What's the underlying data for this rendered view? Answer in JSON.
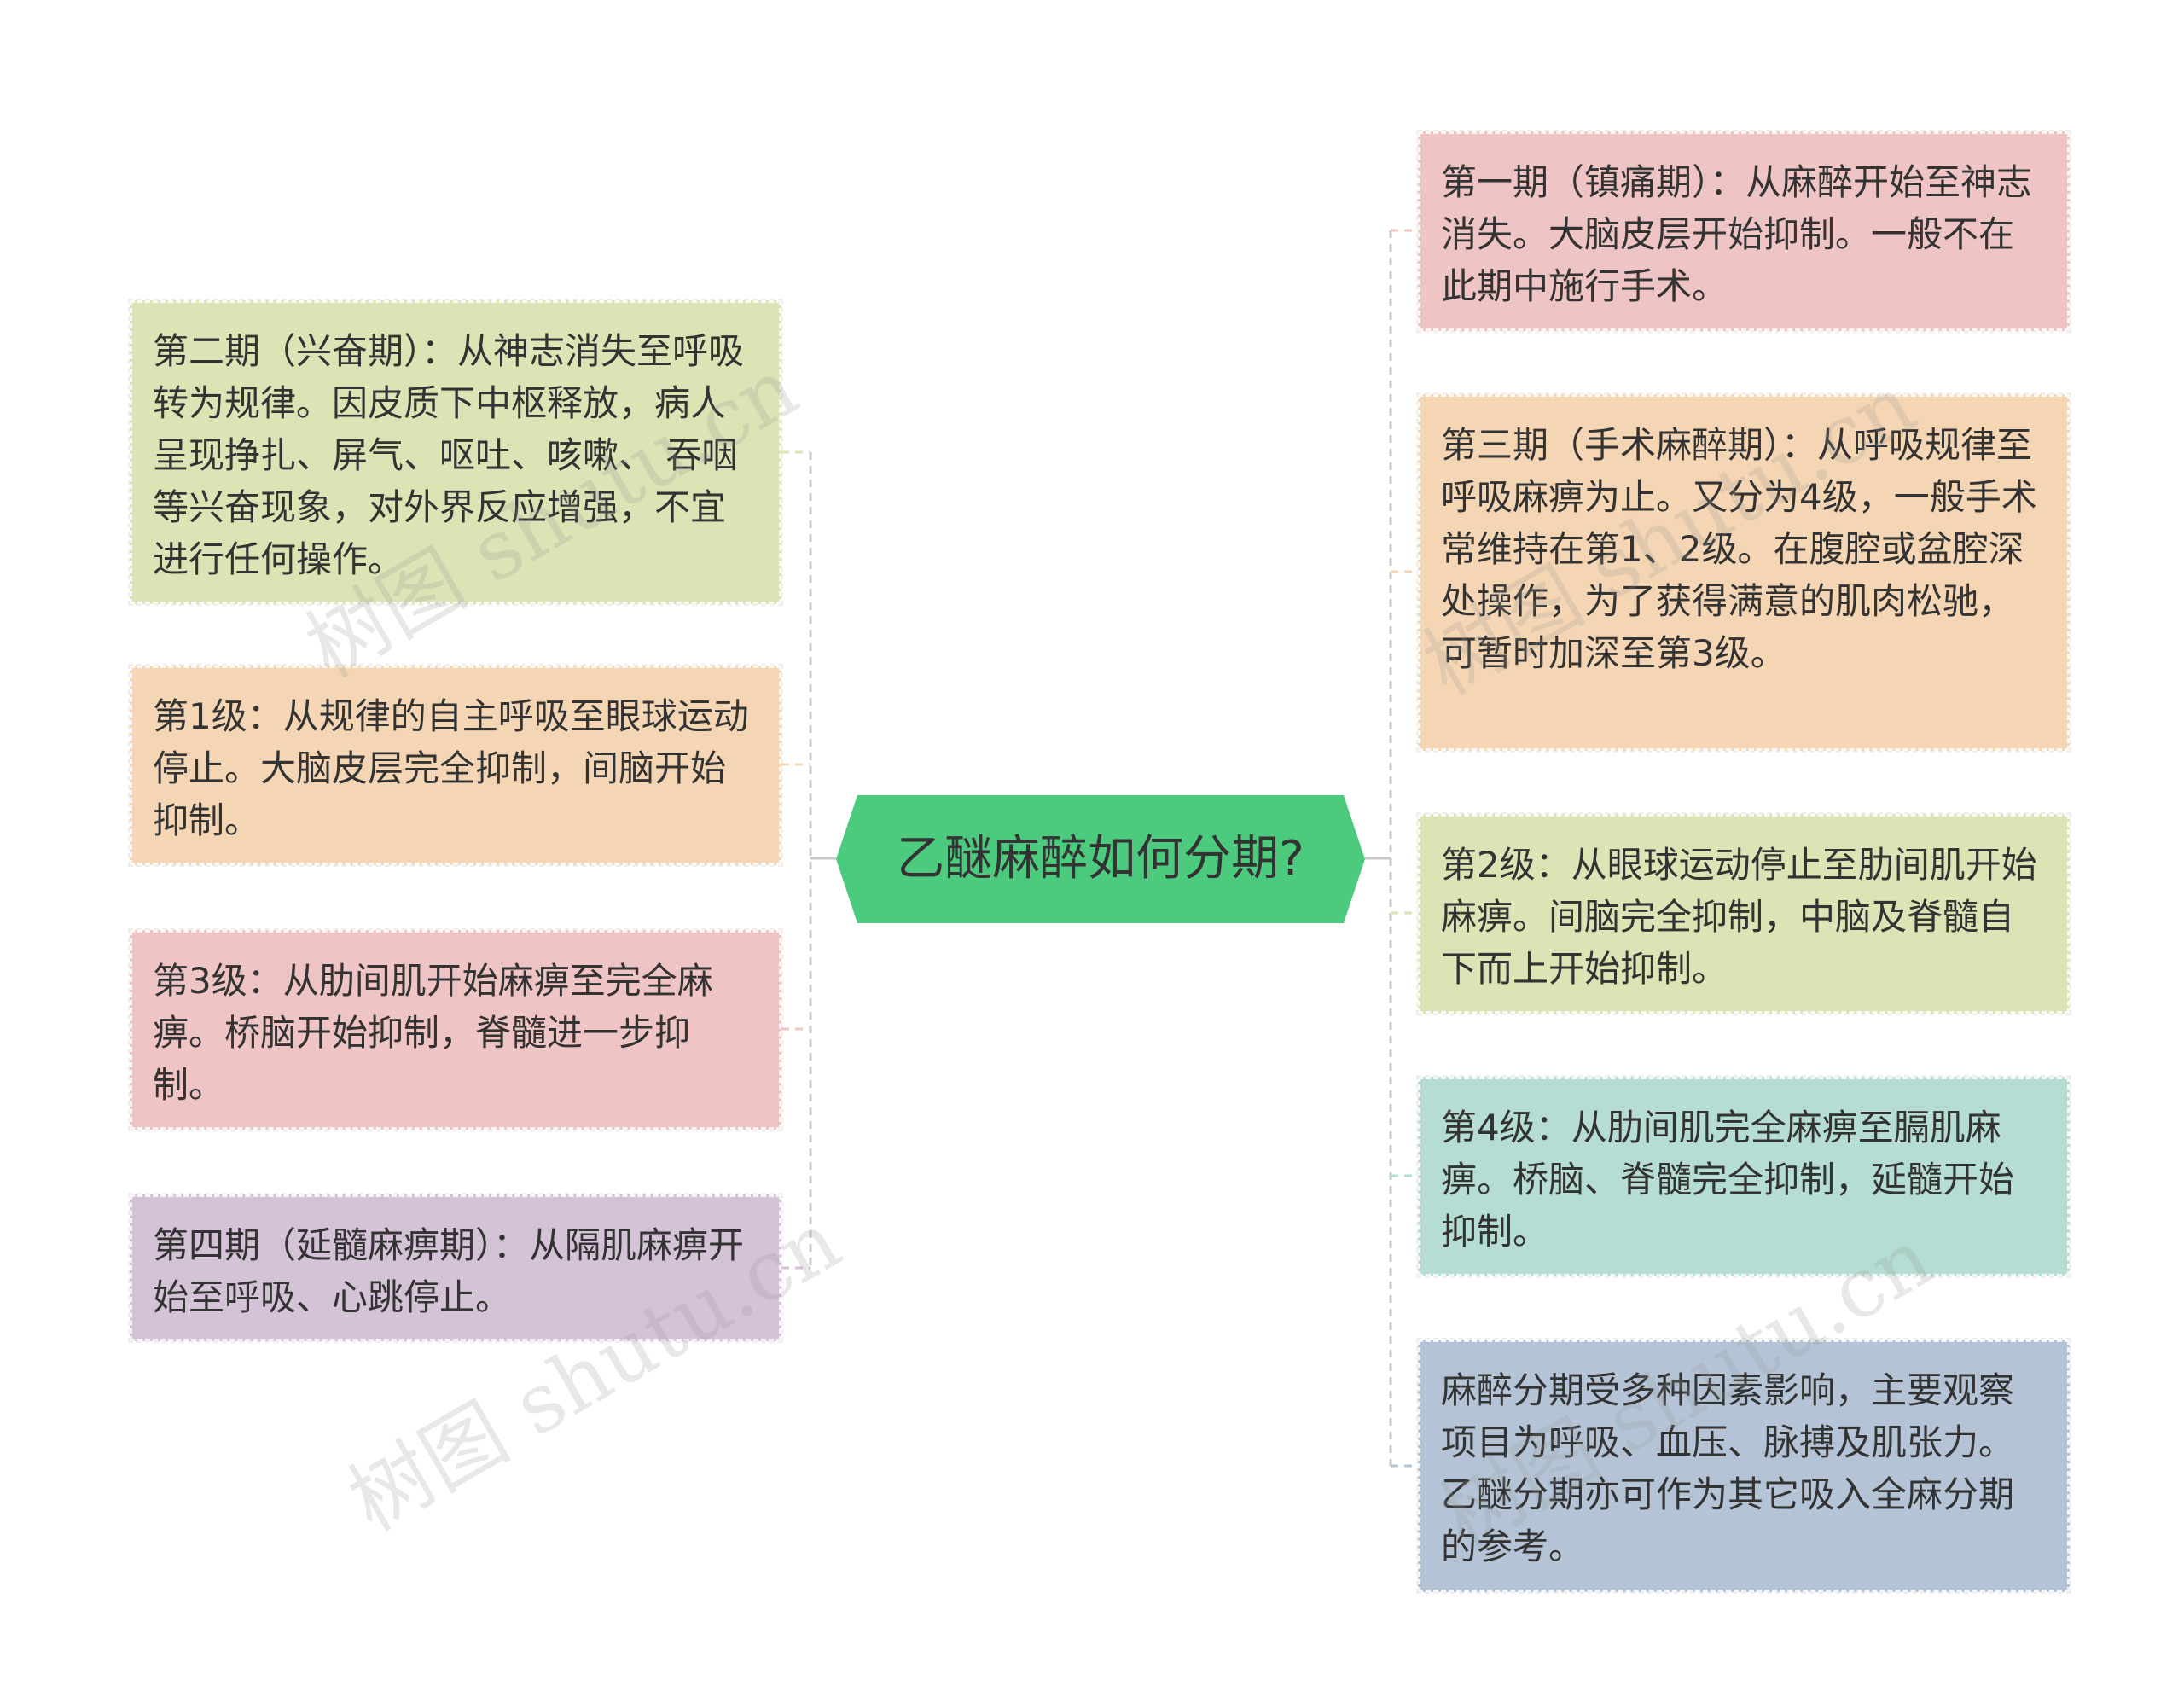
{
  "center": {
    "title": "乙醚麻醉如何分期?",
    "color": "#4ccb7f"
  },
  "left_nodes": [
    {
      "id": "n-stage2",
      "text": "第二期（兴奋期）：从神志消失至呼吸转为规律。因皮质下中枢释放，病人呈现挣扎、屏气、呕吐、咳嗽、 吞咽等兴奋现象，对外界反应增强，不宜进行任何操作。",
      "color": "#dde3b5"
    },
    {
      "id": "n-level1",
      "text": "第1级：从规律的自主呼吸至眼球运动停止。大脑皮层完全抑制，间脑开始抑制。",
      "color": "#f5d6b4"
    },
    {
      "id": "n-level3",
      "text": "第3级：从肋间肌开始麻痹至完全麻痹。桥脑开始抑制，脊髓进一步抑制。",
      "color": "#efc4c4"
    },
    {
      "id": "n-stage4",
      "text": "第四期（延髓麻痹期）：从隔肌麻痹开始至呼吸、心跳停止。",
      "color": "#d4c2d6"
    }
  ],
  "right_nodes": [
    {
      "id": "n-stage1",
      "text": "第一期（镇痛期）：从麻醉开始至神志消失。大脑皮层开始抑制。一般不在此期中施行手术。",
      "color": "#efc4c4"
    },
    {
      "id": "n-stage3",
      "text": "第三期（手术麻醉期）：从呼吸规律至呼吸麻痹为止。又分为4级，一般手术常维持在第1、2级。在腹腔或盆腔深处操作，为了获得满意的肌肉松驰，可暂时加深至第3级。",
      "color": "#f5d6b4"
    },
    {
      "id": "n-level2",
      "text": "第2级：从眼球运动停止至肋间肌开始麻痹。间脑完全抑制，中脑及脊髓自下而上开始抑制。",
      "color": "#dde3b5"
    },
    {
      "id": "n-level4",
      "text": "第4级：从肋间肌完全麻痹至膈肌麻痹。桥脑、脊髓完全抑制，延髓开始抑制。",
      "color": "#b5ddd3"
    },
    {
      "id": "n-note",
      "text": "麻醉分期受多种因素影响，主要观察项目为呼吸、血压、脉搏及肌张力。乙醚分期亦可作为其它吸入全麻分期的参考。",
      "color": "#b4c4d6"
    }
  ],
  "watermark": {
    "text": "树图 shutu.cn"
  }
}
